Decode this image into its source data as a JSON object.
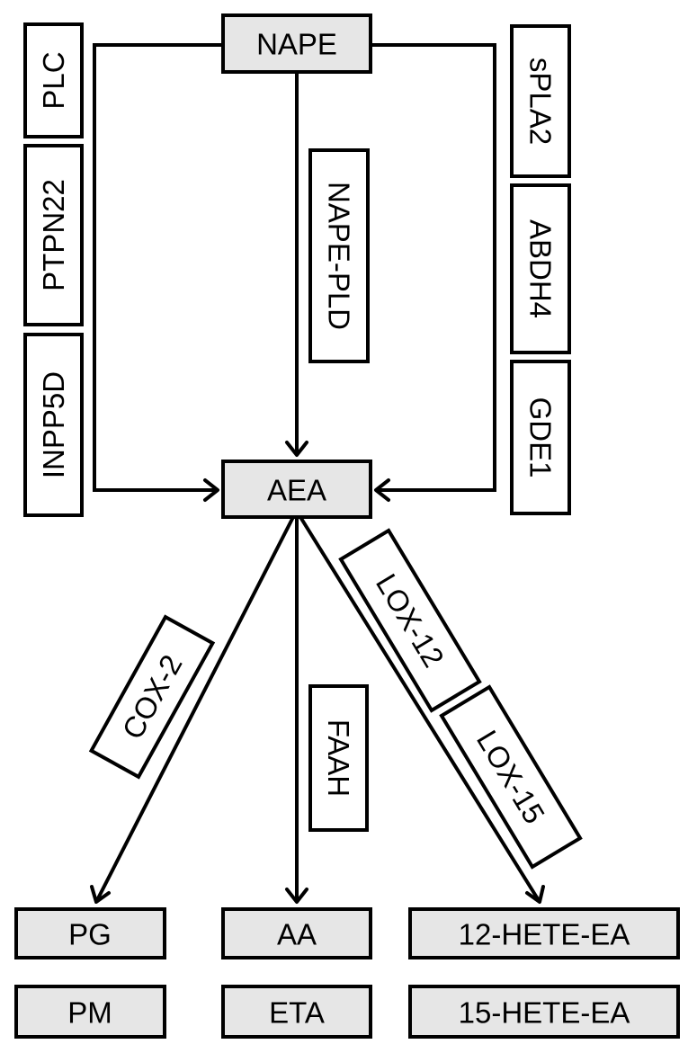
{
  "colors": {
    "metabolite_fill": "#e6e6e6",
    "enzyme_fill": "#ffffff",
    "stroke": "#000000"
  },
  "metabolites": {
    "nape": "NAPE",
    "aea": "AEA",
    "pg": "PG",
    "pm": "PM",
    "aa": "AA",
    "eta": "ETA",
    "hete12": "12-HETE-EA",
    "hete15": "15-HETE-EA"
  },
  "enzymes": {
    "plc": "PLC",
    "ptpn22": "PTPN22",
    "inpp5d": "INPP5D",
    "nape_pld": "NAPE-PLD",
    "spla2": "sPLA2",
    "abdh4": "ABDH4",
    "gde1": "GDE1",
    "cox2": "COX-2",
    "faah": "FAAH",
    "lox12": "LOX-12",
    "lox15": "LOX-15"
  }
}
